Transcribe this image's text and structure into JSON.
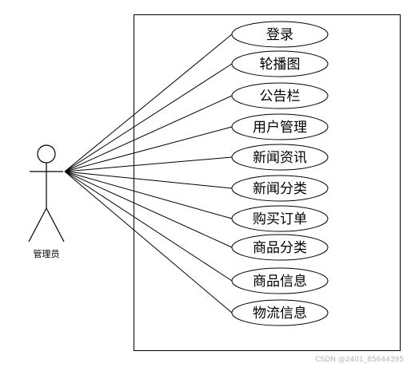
{
  "actor": {
    "label": "管理员"
  },
  "use_cases": [
    {
      "label": "登录"
    },
    {
      "label": "轮播图"
    },
    {
      "label": "公告栏"
    },
    {
      "label": "用户管理"
    },
    {
      "label": "新闻资讯"
    },
    {
      "label": "新闻分类"
    },
    {
      "label": "购买订单"
    },
    {
      "label": "商品分类"
    },
    {
      "label": "商品信息"
    },
    {
      "label": "物流信息"
    }
  ],
  "watermark": "CSDN @2401_85644395"
}
